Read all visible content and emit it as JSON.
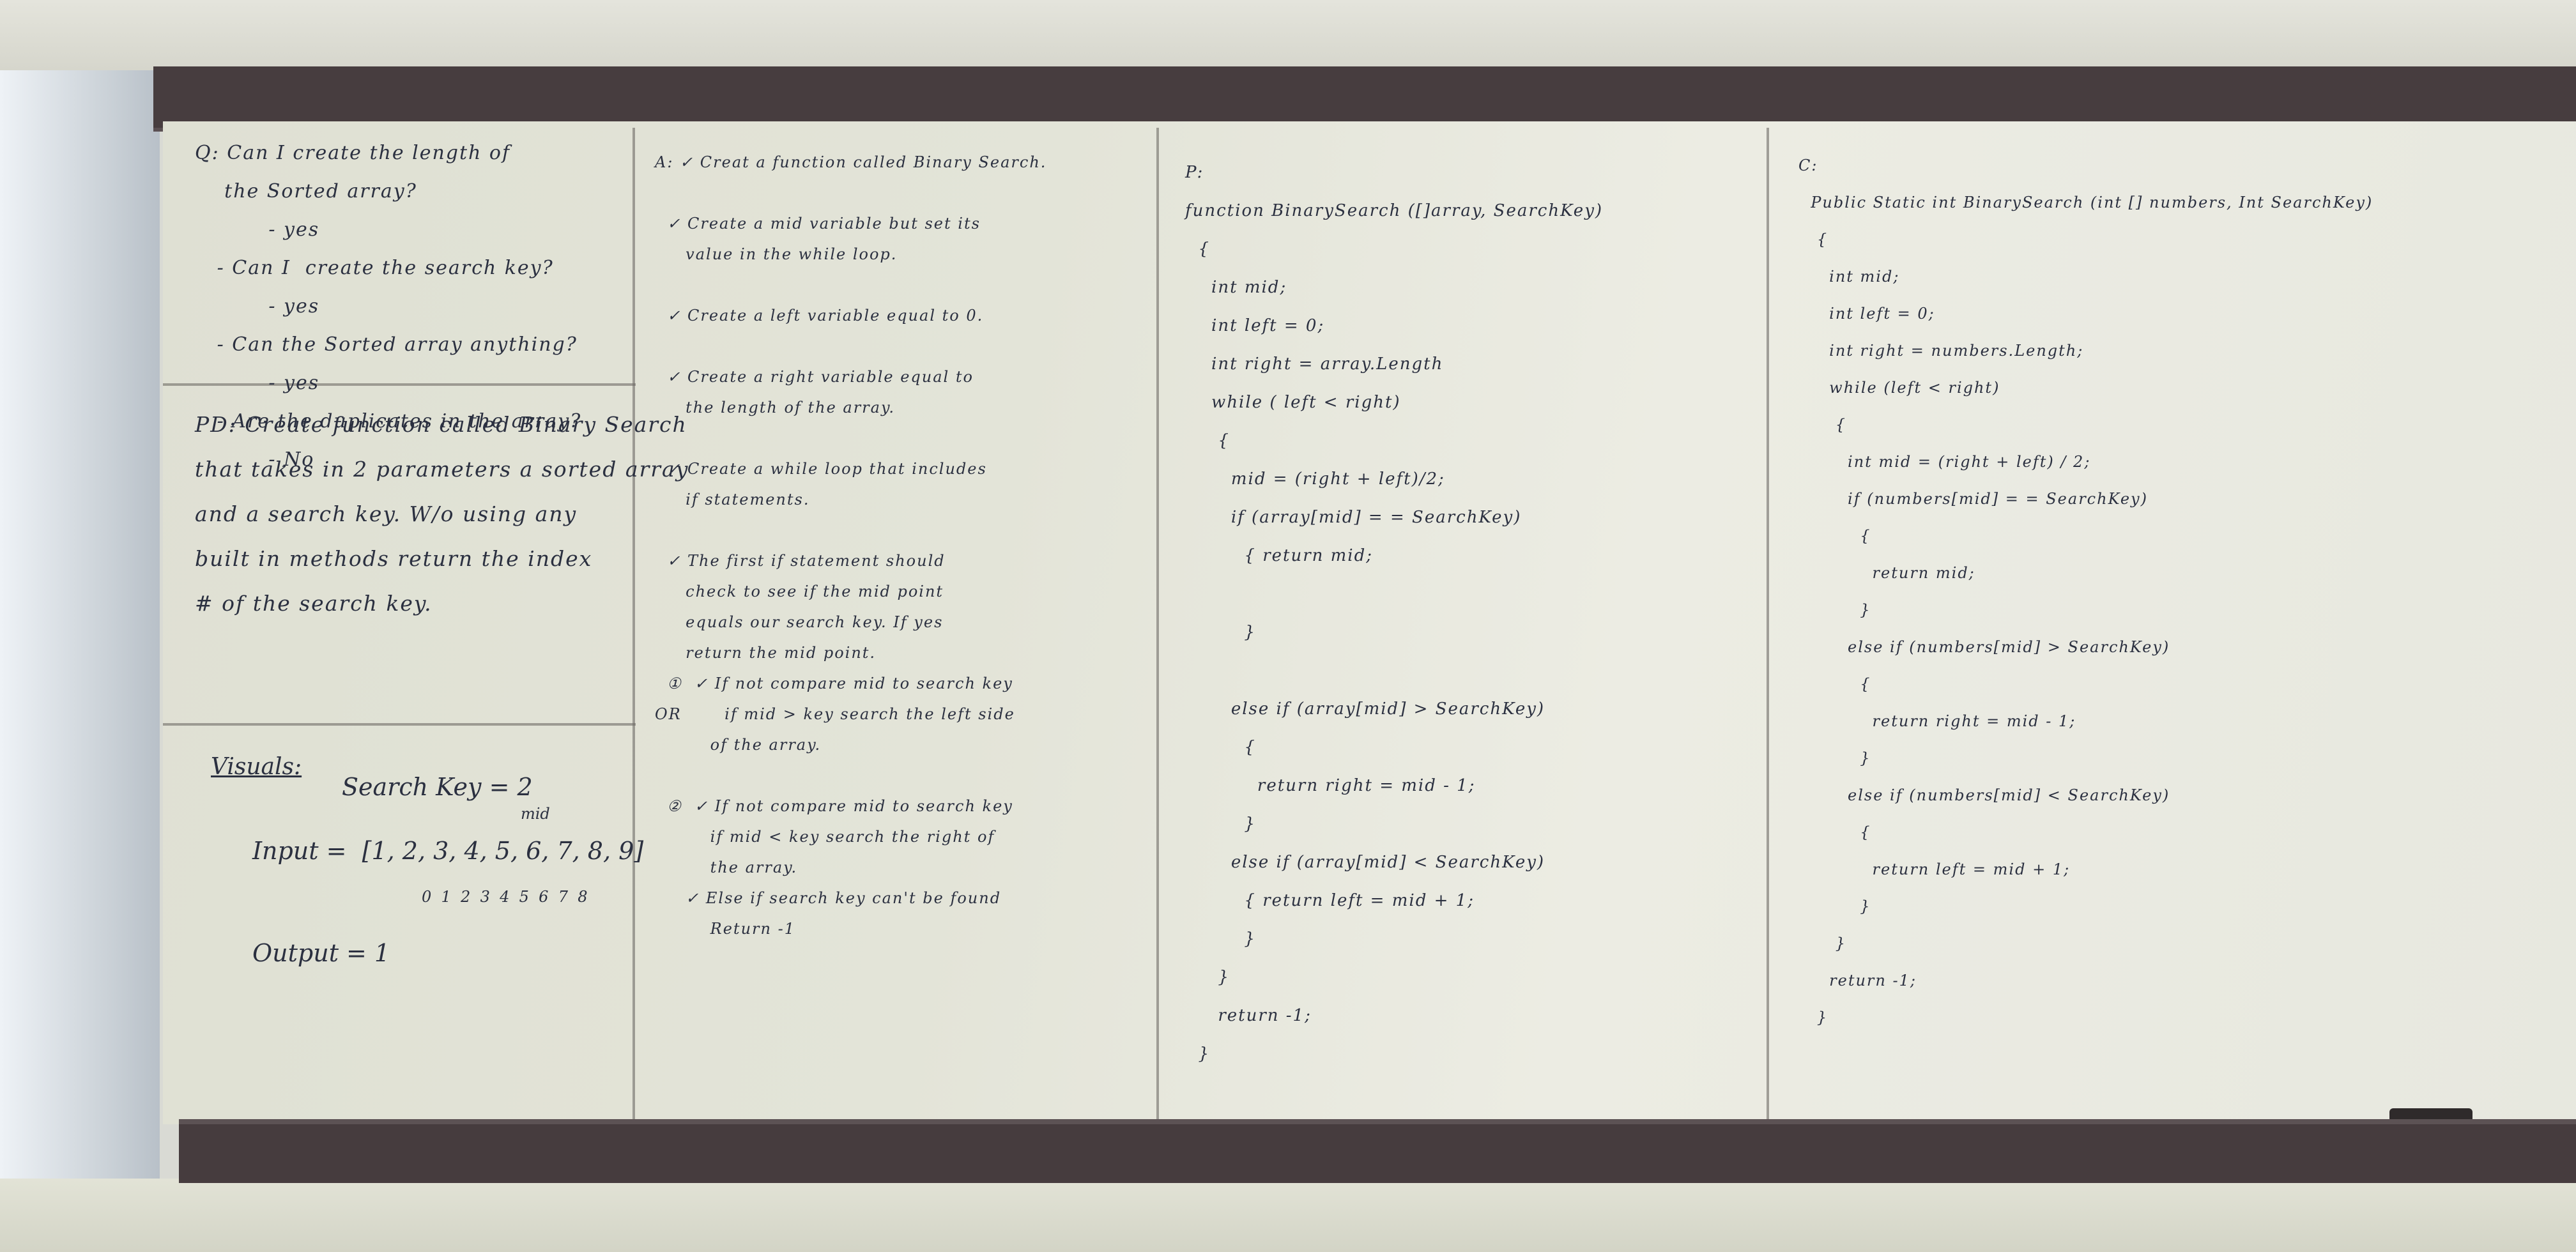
{
  "board": {
    "q_section": {
      "text": "Q: Can I create the length of\n    the Sorted array?\n          - yes\n   - Can I  create the search key?\n          - yes\n   - Can the Sorted array anything?\n          - yes\n   - Are the duplicates in the array?\n          - No"
    },
    "pd_section": {
      "text": "PD: Create function called Binary Search\nthat takes in 2 parameters a sorted array\nand a search key. W/o using any\nbuilt in methods return the index\n# of the search key."
    },
    "visuals_section": {
      "title": "Visuals:",
      "search_key": "Search Key = 2",
      "mid_label": "mid",
      "input": "Input =  [1, 2, 3, 4, 5, 6, 7, 8, 9]",
      "indices": "0  1  2  3  4  5  6  7  8",
      "output": "Output = 1"
    },
    "a_section": {
      "text": "A: ✓ Creat a function called Binary Search.\n\n  ✓ Create a mid variable but set its\n     value in the while loop.\n\n  ✓ Create a left variable equal to 0.\n\n  ✓ Create a right variable equal to\n     the length of the array.\n\n  ✓ Create a while loop that includes\n     if statements.\n\n  ✓ The first if statement should\n     check to see if the mid point\n     equals our search key. If yes\n     return the mid point.\n  ①  ✓ If not compare mid to search key\nOR       if mid > key search the left side\n         of the array.\n\n  ②  ✓ If not compare mid to search key\n         if mid < key search the right of\n         the array.\n     ✓ Else if search key can't be found\n         Return -1"
    },
    "p_section": {
      "text": "P:\nfunction BinarySearch ([]array, SearchKey)\n  {\n    int mid;\n    int left = 0;\n    int right = array.Length\n    while ( left < right)\n     {\n       mid = (right + left)/2;\n       if (array[mid] = = SearchKey)\n         { return mid;\n\n         }\n\n       else if (array[mid] > SearchKey)\n         {\n           return right = mid - 1;\n         }\n       else if (array[mid] < SearchKey)\n         { return left = mid + 1;\n         }\n     }\n     return -1;\n  }"
    },
    "c_section": {
      "text": "C:\n  Public Static int BinarySearch (int [] numbers, Int SearchKey)\n   {\n     int mid;\n     int left = 0;\n     int right = numbers.Length;\n     while (left < right)\n      {\n        int mid = (right + left) / 2;\n        if (numbers[mid] = = SearchKey)\n          {\n            return mid;\n          }\n        else if (numbers[mid] > SearchKey)\n          {\n            return right = mid - 1;\n          }\n        else if (numbers[mid] < SearchKey)\n          {\n            return left = mid + 1;\n          }\n      }\n     return -1;\n   }"
    }
  }
}
